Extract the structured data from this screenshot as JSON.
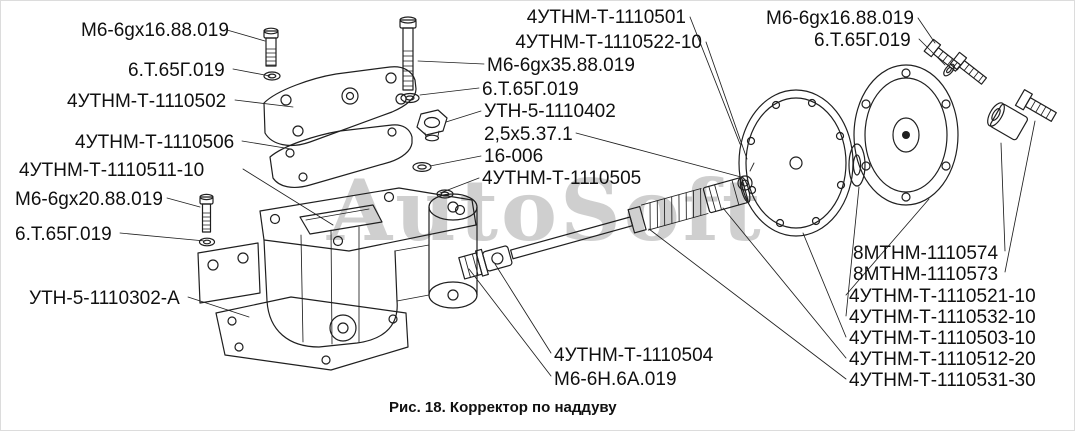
{
  "figure": {
    "caption": "Рис. 18. Корректор по наддуву",
    "watermark": "AutoSoft"
  },
  "part_labels": [
    "М6-6gх16.88.019",
    "6.Т.65Г.019",
    "4УТНМ-Т-1110502",
    "4УТНМ-Т-1110506",
    "4УТНМ-Т-1110511-10",
    "М6-6gх20.88.019",
    "6.Т.65Г.019",
    "УТН-5-1110302-А",
    "4УТНМ-Т-1110501",
    "4УТНМ-Т-1110522-10",
    "М6-6gх35.88.019",
    "6.Т.65Г.019",
    "УТН-5-1110402",
    "2,5х5.37.1",
    "16-006",
    "4УТНМ-Т-1110505",
    "М6-6gх16.88.019",
    "6.Т.65Г.019",
    "8МТНМ-1110574",
    "8МТНМ-1110573",
    "4УТНМ-Т-1110521-10",
    "4УТНМ-Т-1110532-10",
    "4УТНМ-Т-1110503-10",
    "4УТНМ-Т-1110512-20",
    "4УТНМ-Т-1110531-30",
    "4УТНМ-Т-1110504",
    "М6-6Н.6А.019"
  ],
  "colors": {
    "line": "#1f1f1f",
    "text": "#101010",
    "watermark": "#a9a9a9",
    "background": "#ffffff"
  }
}
